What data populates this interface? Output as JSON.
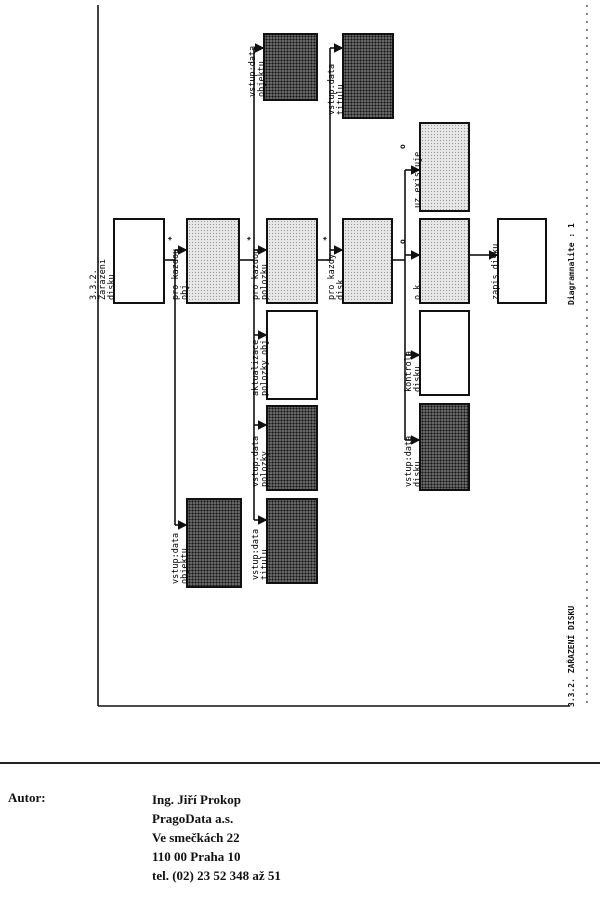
{
  "diagram": {
    "title": "3.3.2. ZAŘAZENÍ DISKU",
    "page_label": "Diagramnalite : 1",
    "boxes": {
      "root": "3.3.2.\nZarazeni\ndisku",
      "pro_kazdou_obj": "pro kazdou\nobj.",
      "vstup_obj": "vstup:data\nobjektu",
      "pro_kazdou_polozku": "pro kazdou\npolozku",
      "aktualizace": "aktualizace\npolozky obj.",
      "vstup_polozky": "vstup:data\npolozky",
      "vstup_titulu": "vstup:data\ntitulu",
      "vstup_top1": "vstup:data\nobjektu",
      "vstup_top2": "vstup:data\ntitulu",
      "pro_kazdy_disk": "pro kazdy\ndisk",
      "uz_existuje": "uz existuje",
      "ok": "o.k.",
      "zapis_disku": "zapis disku",
      "kontrola_disku": "kontrola\ndisku",
      "vstup_disku": "vstup:data\ndisku"
    },
    "markers": {
      "star1": "*",
      "star2": "*",
      "star3": "*",
      "o1": "o",
      "o2": "o"
    }
  },
  "footer": {
    "label": "Autor:",
    "lines": [
      "Ing. Jiří Prokop",
      "PragoData a.s.",
      "Ve smečkách 22",
      "110 00 Praha 10",
      "tel. (02) 23 52 348 až 51"
    ]
  }
}
